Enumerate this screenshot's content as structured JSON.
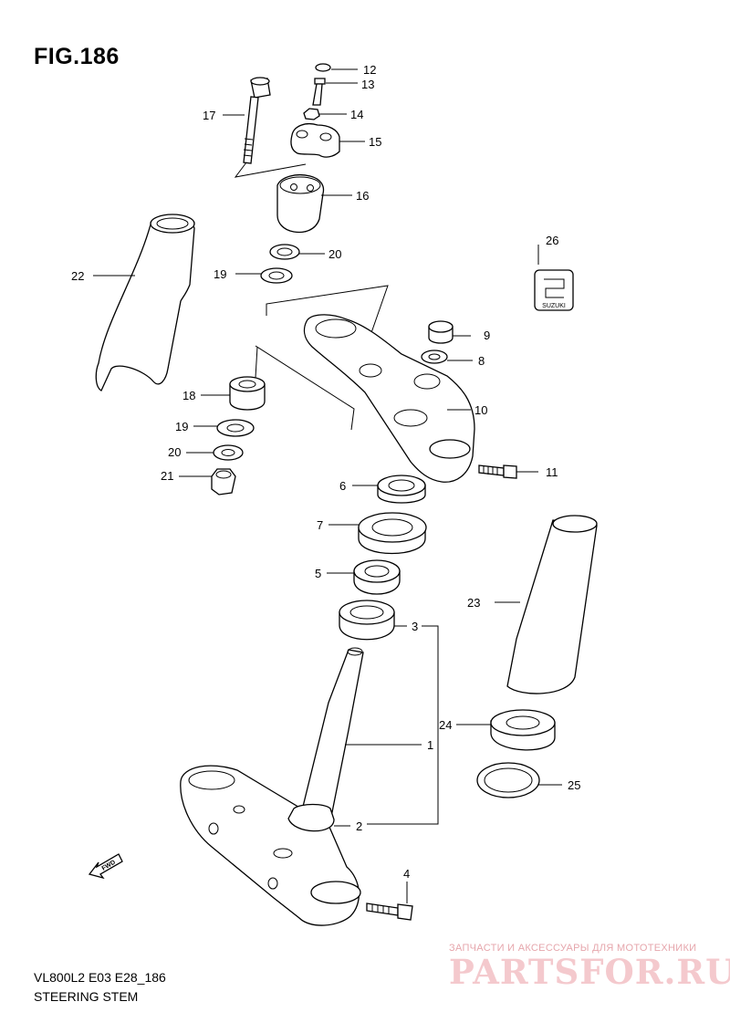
{
  "figure": {
    "title": "FIG.186",
    "model_code": "VL800L2 E03 E28_186",
    "subtitle": "STEERING STEM"
  },
  "callouts": [
    {
      "key": "c1",
      "number": "1"
    },
    {
      "key": "c2",
      "number": "2"
    },
    {
      "key": "c3",
      "number": "3"
    },
    {
      "key": "c4",
      "number": "4"
    },
    {
      "key": "c5",
      "number": "5"
    },
    {
      "key": "c6",
      "number": "6"
    },
    {
      "key": "c7",
      "number": "7"
    },
    {
      "key": "c8",
      "number": "8"
    },
    {
      "key": "c9",
      "number": "9"
    },
    {
      "key": "c10",
      "number": "10"
    },
    {
      "key": "c11",
      "number": "11"
    },
    {
      "key": "c12",
      "number": "12"
    },
    {
      "key": "c13",
      "number": "13"
    },
    {
      "key": "c14",
      "number": "14"
    },
    {
      "key": "c15",
      "number": "15"
    },
    {
      "key": "c16",
      "number": "16"
    },
    {
      "key": "c17",
      "number": "17"
    },
    {
      "key": "c18",
      "number": "18"
    },
    {
      "key": "c19a",
      "number": "19"
    },
    {
      "key": "c19b",
      "number": "19"
    },
    {
      "key": "c20a",
      "number": "20"
    },
    {
      "key": "c20b",
      "number": "20"
    },
    {
      "key": "c21",
      "number": "21"
    },
    {
      "key": "c22",
      "number": "22"
    },
    {
      "key": "c23",
      "number": "23"
    },
    {
      "key": "c24",
      "number": "24"
    },
    {
      "key": "c25",
      "number": "25"
    },
    {
      "key": "c26",
      "number": "26"
    }
  ],
  "labels": {
    "fwd_arrow": "FWD",
    "emblem_text": "SUZUKI"
  },
  "watermark": {
    "caption": "ЗАПЧАСТИ И АКСЕССУАРЫ ДЛЯ МОТОТЕХНИКИ",
    "logo_text": "PARTSFOR.RU"
  }
}
